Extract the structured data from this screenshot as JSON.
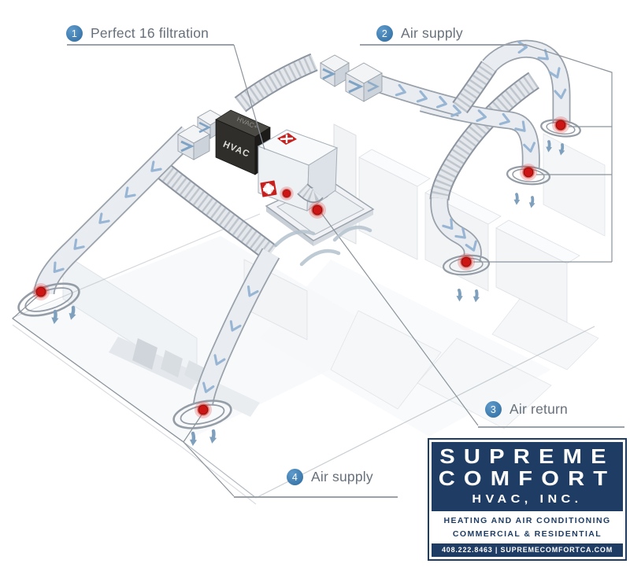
{
  "labels": {
    "l1": {
      "num": "1",
      "text": "Perfect 16 filtration"
    },
    "l2": {
      "num": "2",
      "text": "Air supply"
    },
    "l3": {
      "num": "3",
      "text": "Air return"
    },
    "l4": {
      "num": "4",
      "text": "Air supply"
    }
  },
  "equipment": {
    "filter_box_label": "HVAC",
    "filter_box_top_label": "HVAC+"
  },
  "logo": {
    "line1": "SUPREME",
    "line2": "COMFORT",
    "line3": "HVAC, INC.",
    "tagline1": "HEATING AND AIR CONDITIONING",
    "tagline2": "COMMERCIAL & RESIDENTIAL",
    "contact": "408.222.8463 | SUPREMECOMFORTCA.COM"
  },
  "colors": {
    "callout_blue": "#3c7db5",
    "label_gray": "#67707a",
    "vent_red": "#cc1616",
    "duct_fill": "#e9edf1",
    "duct_edge": "#99a1ab",
    "flow_chevron": "#93b2d2",
    "logo_navy": "#1f3d64"
  }
}
